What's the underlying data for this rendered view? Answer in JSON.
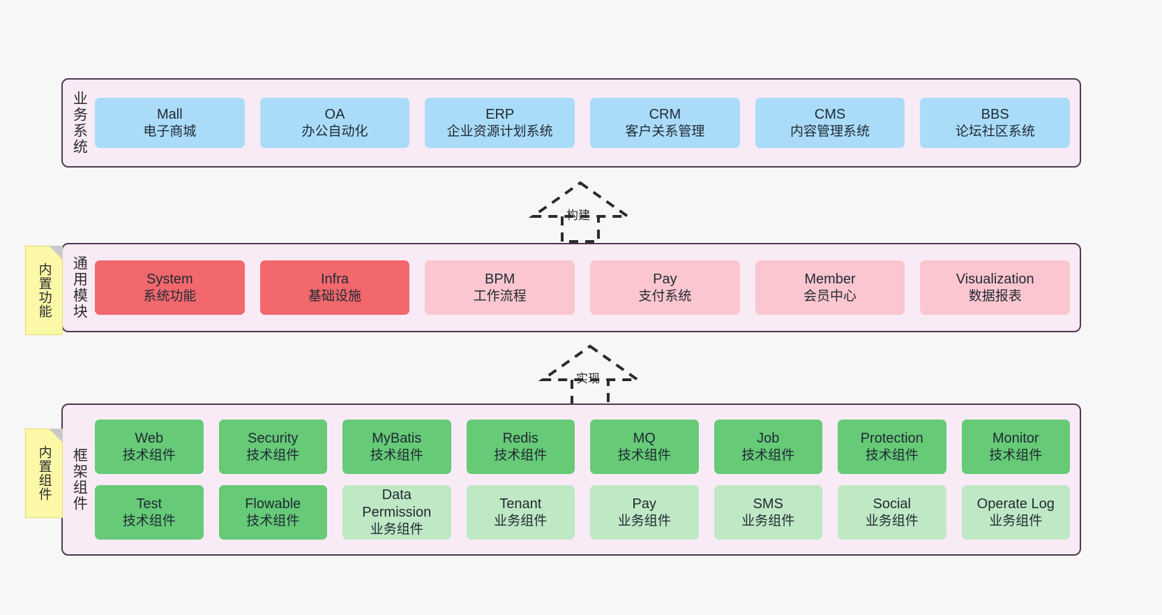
{
  "diagram": {
    "background_color": "#f7f7f7",
    "container_fill": "#f9ebf6",
    "container_border": "#4a3a4e"
  },
  "notes": [
    {
      "label": "内置功能",
      "color": "#fbf8a8"
    },
    {
      "label": "内置组件",
      "color": "#fbf8a8"
    }
  ],
  "connectors": [
    {
      "label": "构建",
      "style": "dashed-generalization"
    },
    {
      "label": "实现",
      "style": "dashed-generalization"
    }
  ],
  "layers": [
    {
      "title": "业务系统",
      "accent": "#aadcf9",
      "rows": [
        [
          {
            "name": "Mall",
            "desc": "电子商城",
            "color": "#aadcf9"
          },
          {
            "name": "OA",
            "desc": "办公自动化",
            "color": "#aadcf9"
          },
          {
            "name": "ERP",
            "desc": "企业资源计划系统",
            "color": "#aadcf9"
          },
          {
            "name": "CRM",
            "desc": "客户关系管理",
            "color": "#aadcf9"
          },
          {
            "name": "CMS",
            "desc": "内容管理系统",
            "color": "#aadcf9"
          },
          {
            "name": "BBS",
            "desc": "论坛社区系统",
            "color": "#aadcf9"
          }
        ]
      ]
    },
    {
      "title": "通用模块",
      "accent": "#f2686d",
      "rows": [
        [
          {
            "name": "System",
            "desc": "系统功能",
            "color": "#f2686d"
          },
          {
            "name": "Infra",
            "desc": "基础设施",
            "color": "#f2686d"
          },
          {
            "name": "BPM",
            "desc": "工作流程",
            "color": "#fbc6cf"
          },
          {
            "name": "Pay",
            "desc": "支付系统",
            "color": "#fbc6cf"
          },
          {
            "name": "Member",
            "desc": "会员中心",
            "color": "#fbc6cf"
          },
          {
            "name": "Visualization",
            "desc": "数据报表",
            "color": "#fbc6cf"
          }
        ]
      ]
    },
    {
      "title": "框架组件",
      "accent": "#66ca77",
      "rows": [
        [
          {
            "name": "Web",
            "desc": "技术组件",
            "color": "#66ca77"
          },
          {
            "name": "Security",
            "desc": "技术组件",
            "color": "#66ca77"
          },
          {
            "name": "MyBatis",
            "desc": "技术组件",
            "color": "#66ca77"
          },
          {
            "name": "Redis",
            "desc": "技术组件",
            "color": "#66ca77"
          },
          {
            "name": "MQ",
            "desc": "技术组件",
            "color": "#66ca77"
          },
          {
            "name": "Job",
            "desc": "技术组件",
            "color": "#66ca77"
          },
          {
            "name": "Protection",
            "desc": "技术组件",
            "color": "#66ca77"
          },
          {
            "name": "Monitor",
            "desc": "技术组件",
            "color": "#66ca77"
          }
        ],
        [
          {
            "name": "Test",
            "desc": "技术组件",
            "color": "#66ca77"
          },
          {
            "name": "Flowable",
            "desc": "技术组件",
            "color": "#66ca77"
          },
          {
            "name": "Data Permission",
            "desc": "业务组件",
            "color": "#bfe8c4"
          },
          {
            "name": "Tenant",
            "desc": "业务组件",
            "color": "#bfe8c4"
          },
          {
            "name": "Pay",
            "desc": "业务组件",
            "color": "#bfe8c4"
          },
          {
            "name": "SMS",
            "desc": "业务组件",
            "color": "#bfe8c4"
          },
          {
            "name": "Social",
            "desc": "业务组件",
            "color": "#bfe8c4"
          },
          {
            "name": "Operate Log",
            "desc": "业务组件",
            "color": "#bfe8c4"
          }
        ]
      ]
    }
  ]
}
